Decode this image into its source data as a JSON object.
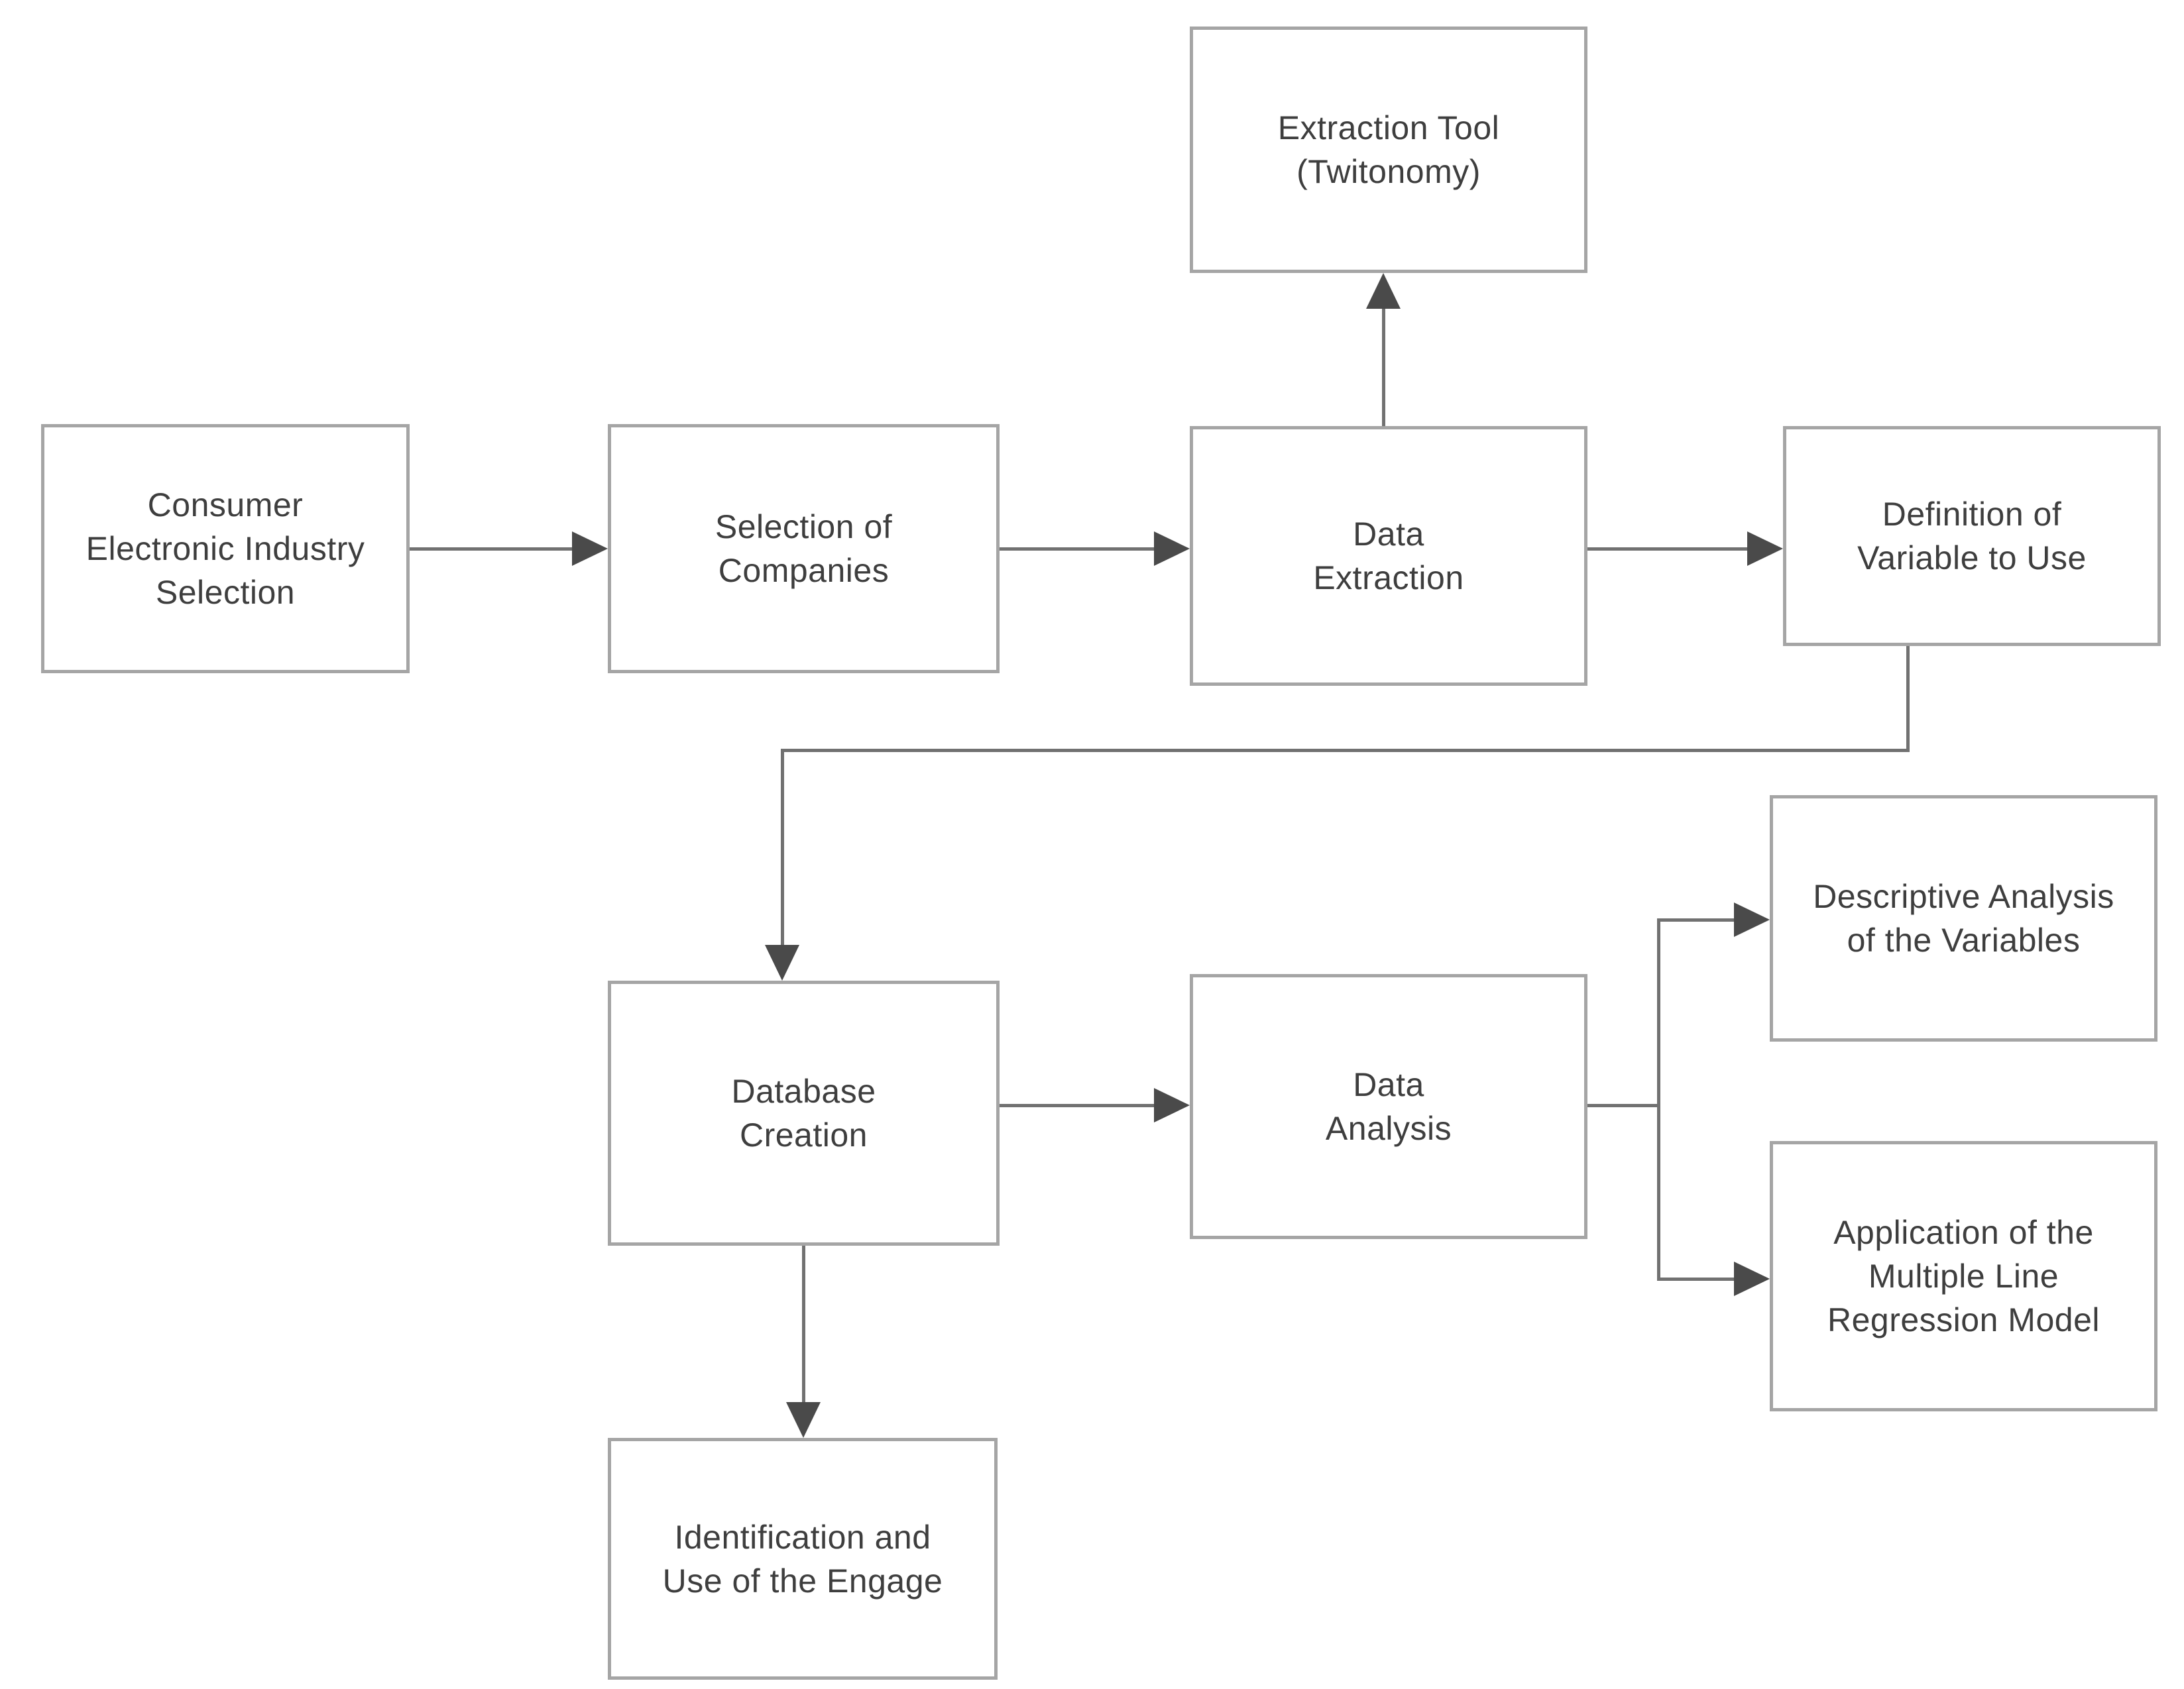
{
  "diagram": {
    "type": "flowchart",
    "background": "#ffffff",
    "colors": {
      "box_border": "#a5a5a5",
      "connector_line": "#717171",
      "arrowhead": "#4a4a4a",
      "text": "#3e3e3e"
    },
    "nodes": {
      "extraction_tool": {
        "label": "Extraction Tool\n(Twitonomy)"
      },
      "industry_selection": {
        "label": "Consumer\nElectronic Industry\nSelection"
      },
      "company_selection": {
        "label": "Selection of\nCompanies"
      },
      "data_extraction": {
        "label": "Data\nExtraction"
      },
      "variable_definition": {
        "label": "Definition of\nVariable to Use"
      },
      "database_creation": {
        "label": "Database\nCreation"
      },
      "data_analysis": {
        "label": "Data\nAnalysis"
      },
      "descriptive_analysis": {
        "label": "Descriptive Analysis\nof the Variables"
      },
      "regression_application": {
        "label": "Application of the\nMultiple Line\nRegression Model"
      },
      "engage_identification": {
        "label": "Identification and\nUse of the Engage"
      }
    },
    "edges": [
      {
        "from": "industry_selection",
        "to": "company_selection"
      },
      {
        "from": "company_selection",
        "to": "data_extraction"
      },
      {
        "from": "data_extraction",
        "to": "extraction_tool"
      },
      {
        "from": "data_extraction",
        "to": "variable_definition"
      },
      {
        "from": "variable_definition",
        "to": "database_creation"
      },
      {
        "from": "database_creation",
        "to": "data_analysis"
      },
      {
        "from": "data_analysis",
        "to": "descriptive_analysis"
      },
      {
        "from": "data_analysis",
        "to": "regression_application"
      },
      {
        "from": "database_creation",
        "to": "engage_identification"
      }
    ]
  }
}
